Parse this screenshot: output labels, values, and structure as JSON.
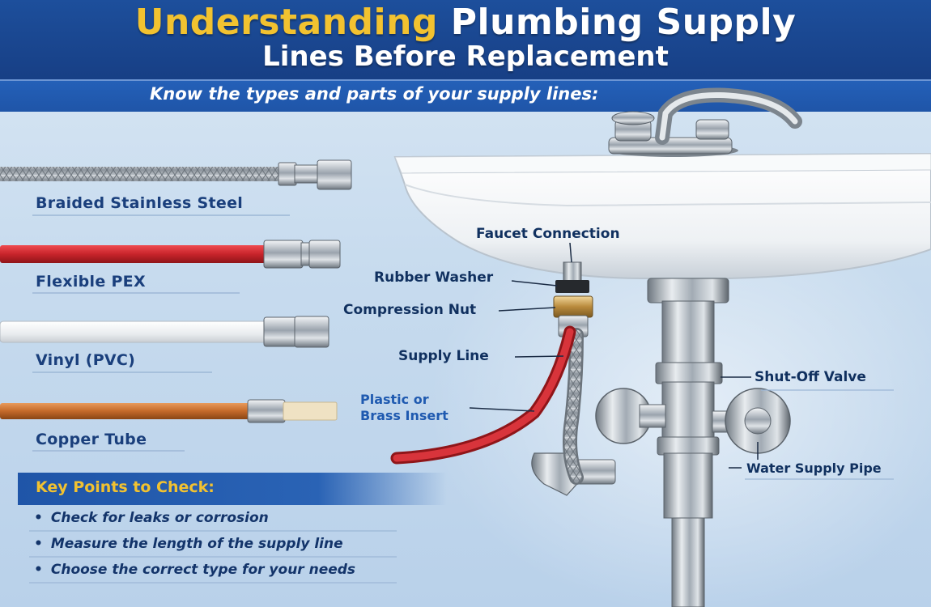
{
  "header": {
    "title_accent": "Understanding",
    "title_rest": "Plumbing Supply",
    "title_line2": "Lines Before Replacement",
    "subtitle": "Know the types and parts of your supply lines:"
  },
  "supply_line_types": [
    {
      "label": "Braided Stainless Steel"
    },
    {
      "label": "Flexible PEX"
    },
    {
      "label": "Vinyl (PVC)"
    },
    {
      "label": "Copper Tube"
    }
  ],
  "parts": {
    "faucet_connection": "Faucet Connection",
    "rubber_washer": "Rubber Washer",
    "compression_nut": "Compression Nut",
    "supply_line": "Supply Line",
    "insert_line1": "Plastic or",
    "insert_line2": "Brass Insert",
    "shut_off_valve": "Shut-Off Valve",
    "water_supply_pipe": "Water Supply Pipe"
  },
  "key_points": {
    "title": "Key Points to Check:",
    "bullet": "•",
    "items": [
      "Check for leaks or corrosion",
      "Measure the length of the supply line",
      "Choose the correct type for your needs"
    ]
  },
  "colors": {
    "header_blue": "#1d4f9c",
    "accent_yellow": "#f2c230",
    "pex_red": "#c8242b",
    "copper": "#c46a2a"
  }
}
